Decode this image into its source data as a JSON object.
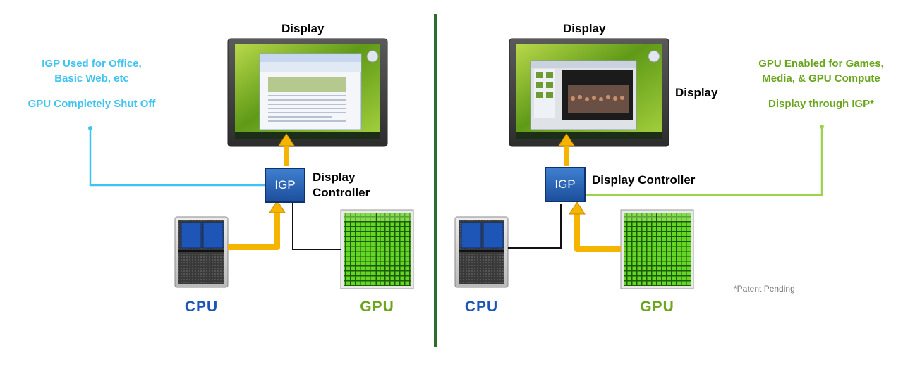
{
  "left": {
    "display_label": "Display",
    "igp_label": "IGP",
    "controller_label_line1": "Display",
    "controller_label_line2": "Controller",
    "note_line1": "IGP Used for Office,",
    "note_line2": "Basic Web, etc",
    "note_line3": "GPU Completely Shut Off",
    "cpu_label": "CPU",
    "gpu_label": "GPU"
  },
  "right": {
    "display_label_top": "Display",
    "display_label_side": "Display",
    "igp_label": "IGP",
    "controller_label": "Display Controller",
    "note_line1": "GPU Enabled for Games,",
    "note_line2": "Media, & GPU Compute",
    "note_line3": "Display through IGP*",
    "cpu_label": "CPU",
    "gpu_label": "GPU",
    "patent": "*Patent Pending"
  },
  "colors": {
    "blue_note": "#3fc3f0",
    "green_note": "#6aa51d",
    "arrow": "#f5b400",
    "divider": "#2e6b2e",
    "igp_blue": "#2a66bb",
    "gpu_green": "#4fc21b"
  }
}
